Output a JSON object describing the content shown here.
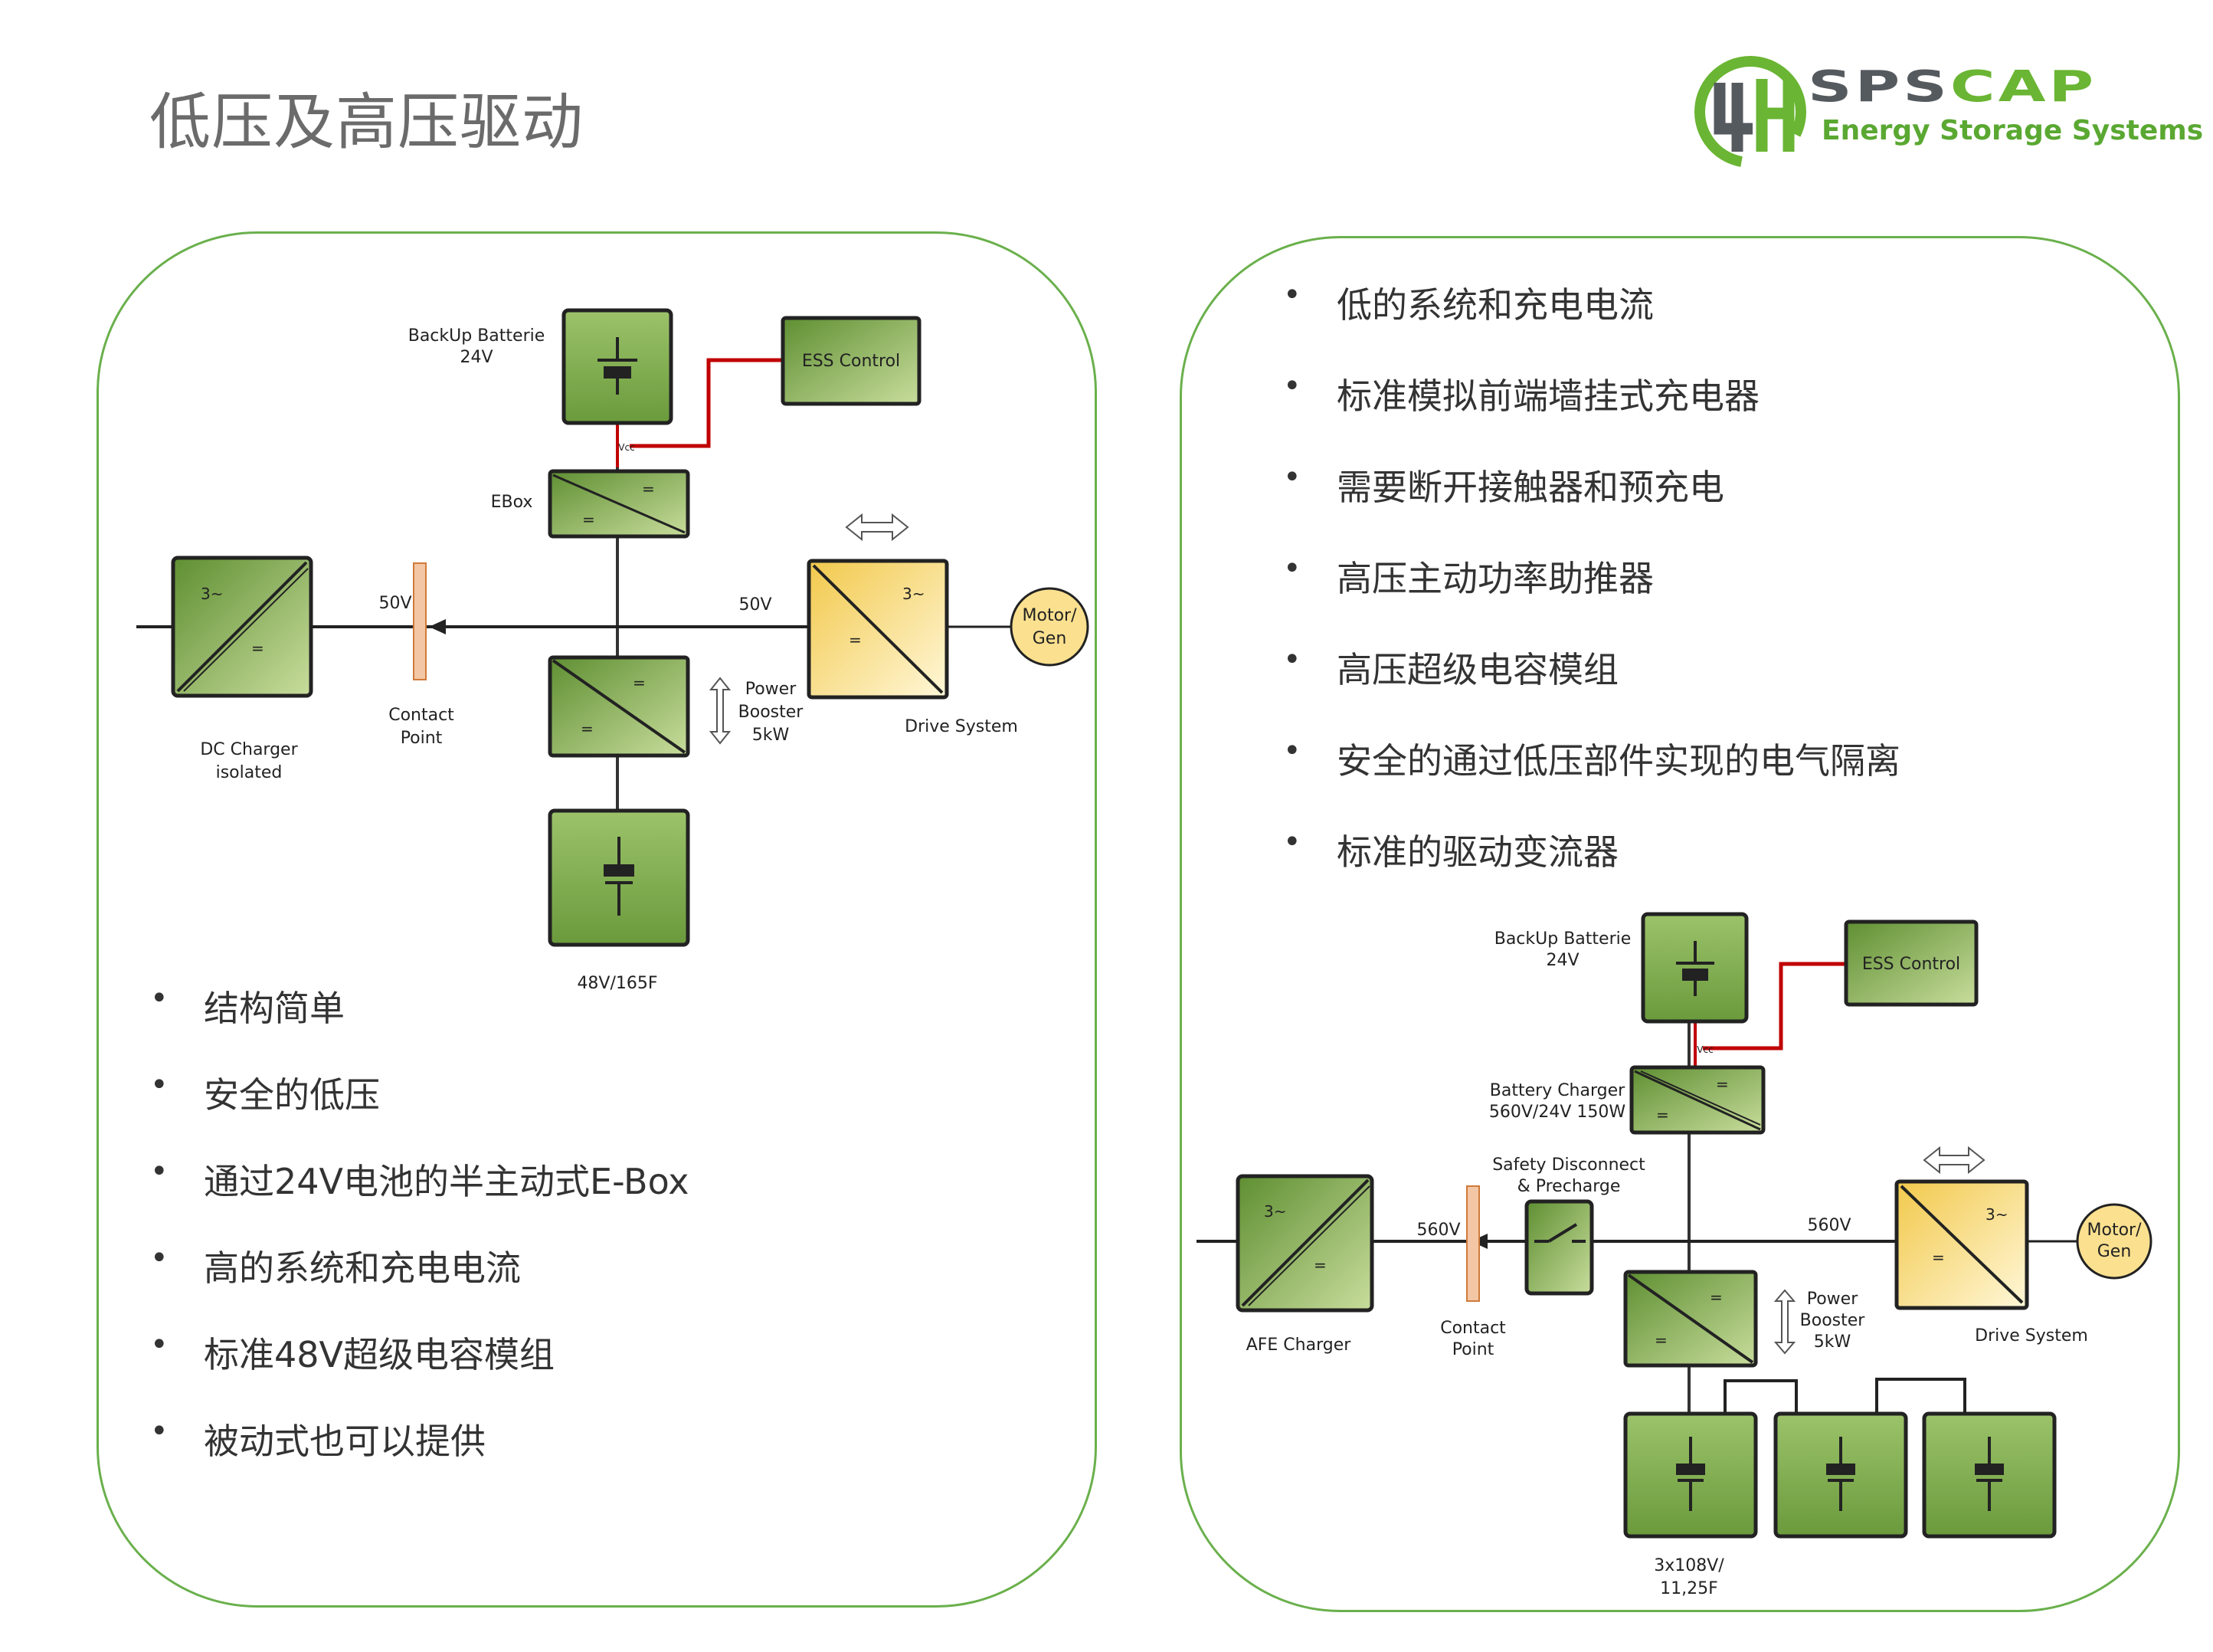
{
  "title": "低压及高压驱动",
  "logo": {
    "brand": "SPSCAP",
    "subtitle": "Energy Storage Systems",
    "colors": {
      "grey": "#555a5f",
      "green": "#6ab533"
    }
  },
  "colors": {
    "panel_border": "#6ab04c",
    "green_box": "#7aa84a",
    "yellow_box": "#f7dd8a",
    "control_wire": "#c00000",
    "contact_point": "#f3c7a5"
  },
  "left_panel": {
    "diagram": {
      "backup_battery": "BackUp Batterie\n24V",
      "ess_control": "ESS Control",
      "vcc": "Vcc",
      "ebox": "EBox",
      "eq": "=",
      "ac": "3~",
      "dc_charger": "DC Charger\nisolated",
      "v_left": "50V",
      "contact_point": "Contact\nPoint",
      "v_right": "50V",
      "power_booster": "Power\nBooster\n5kW",
      "drive_system": "Drive System",
      "motor_gen": "Motor/\nGen",
      "capacitor": "48V/165F"
    },
    "bullets": [
      "结构简单",
      "安全的低压",
      "通过24V电池的半主动式E-Box",
      "高的系统和充电电流",
      "标准48V超级电容模组",
      "被动式也可以提供"
    ]
  },
  "right_panel": {
    "bullets": [
      "低的系统和充电电流",
      "标准模拟前端墙挂式充电器",
      "需要断开接触器和预充电",
      "高压主动功率助推器",
      "高压超级电容模组",
      "安全的通过低压部件实现的电气隔离",
      "标准的驱动变流器"
    ],
    "diagram": {
      "backup_battery": "BackUp Batterie\n24V",
      "ess_control": "ESS Control",
      "vcc": "Vcc",
      "battery_charger": "Battery Charger\n560V/24V 150W",
      "eq": "=",
      "ac": "3~",
      "safety": "Safety Disconnect\n& Precharge",
      "afe_charger": "AFE Charger",
      "v_left": "560V",
      "contact_point": "Contact\nPoint",
      "v_right": "560V",
      "power_booster": "Power\nBooster\n5kW",
      "drive_system": "Drive System",
      "motor_gen": "Motor/\nGen",
      "capacitor": "3x108V/\n11,25F"
    }
  },
  "bullet_char": "•"
}
